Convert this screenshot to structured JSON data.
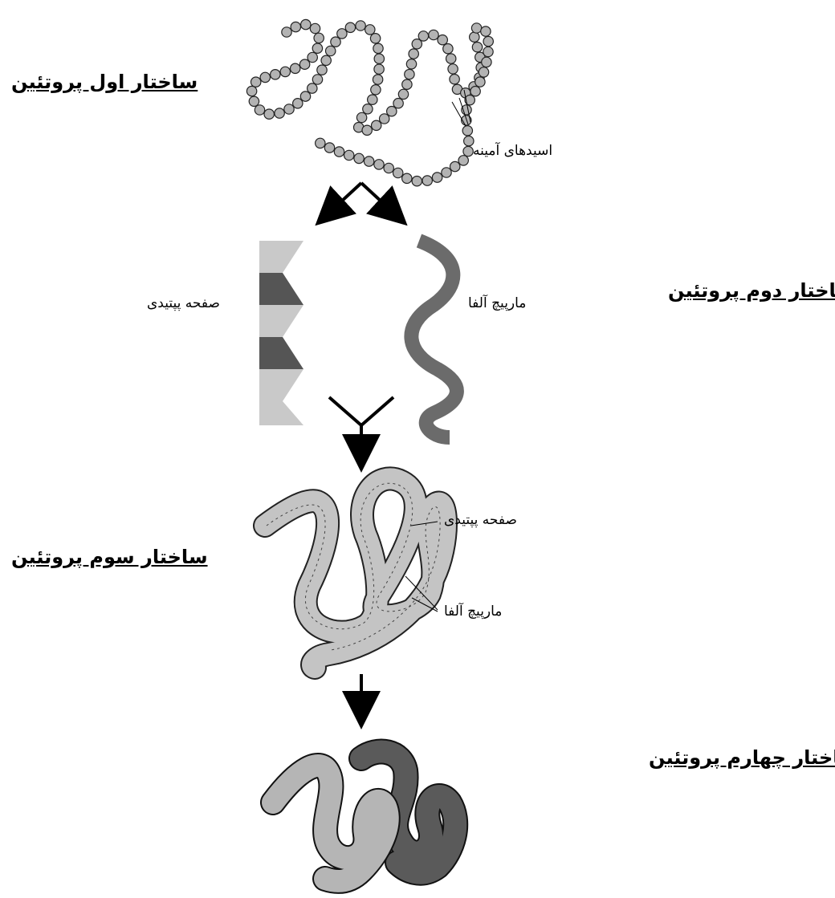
{
  "headings": {
    "primary": "ساختار اول پروتئین",
    "secondary": "ساختار دوم پروتئین",
    "tertiary": "ساختار سوم پروتئین",
    "quaternary": "ساختار چهارم پروتئین"
  },
  "labels": {
    "amino_acids": "اسیدهای آمینه",
    "beta_sheet": "صفحه پپتیدی",
    "alpha_helix": "مارپیچ آلفا",
    "tertiary_beta_sheet": "صفحه پپتیدی",
    "tertiary_alpha_helix": "مارپیچ آلفا"
  },
  "colors": {
    "bead": "#b3b3b3",
    "sheet_light": "#c9c9c9",
    "sheet_dark": "#555555",
    "helix": "#6b6b6b",
    "tertiary_fill": "#c4c4c4",
    "quaternary_light": "#b5b5b5",
    "quaternary_dark": "#5a5a5a"
  }
}
